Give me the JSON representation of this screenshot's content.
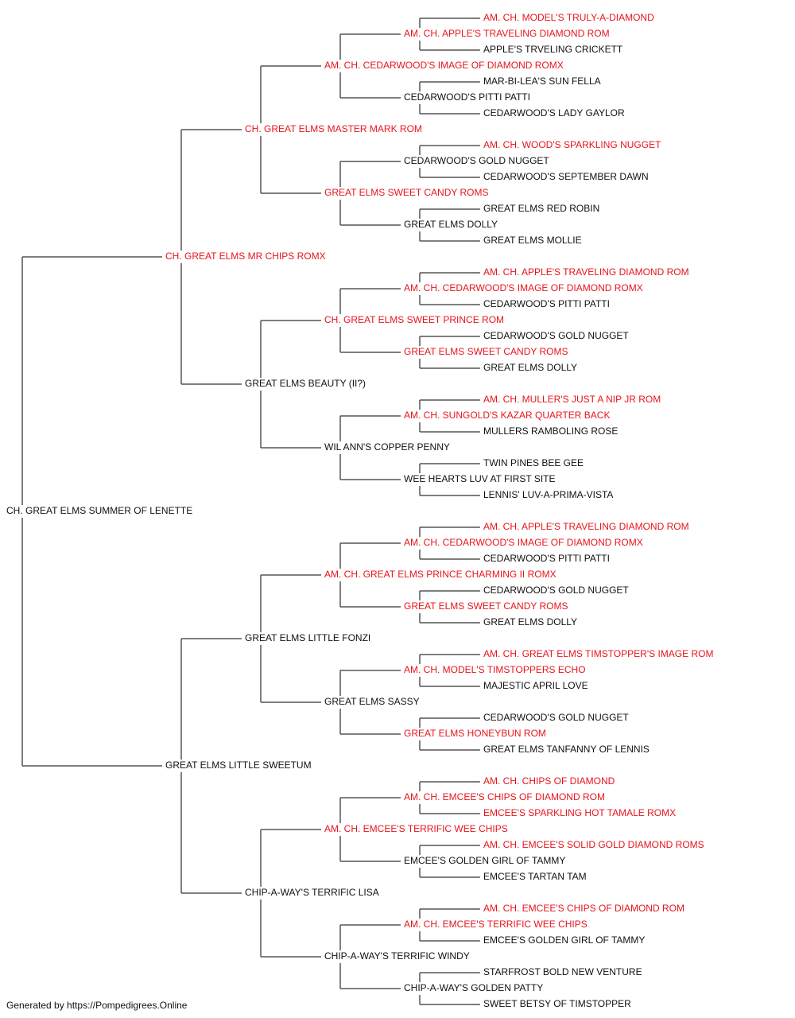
{
  "colors": {
    "champion": "#e8141c",
    "normal": "#111111",
    "line": "#555555"
  },
  "footer": "Generated by https://Pompedigrees.Online",
  "pedigree": {
    "name": "CH. GREAT ELMS SUMMER OF LENETTE",
    "champion": false,
    "sire": {
      "name": "CH. GREAT ELMS MR CHIPS ROMX",
      "champion": true,
      "sire": {
        "name": "CH. GREAT ELMS MASTER MARK ROM",
        "champion": true,
        "sire": {
          "name": "AM. CH. CEDARWOOD'S IMAGE OF DIAMOND ROMX",
          "champion": true,
          "sire": {
            "name": "AM. CH. APPLE'S TRAVELING DIAMOND ROM",
            "champion": true,
            "sire": {
              "name": "AM. CH. MODEL'S TRULY-A-DIAMOND",
              "champion": true
            },
            "dam": {
              "name": "APPLE'S TRVELING CRICKETT",
              "champion": false
            }
          },
          "dam": {
            "name": "CEDARWOOD'S PITTI PATTI",
            "champion": false,
            "sire": {
              "name": "MAR-BI-LEA'S SUN FELLA",
              "champion": false
            },
            "dam": {
              "name": "CEDARWOOD'S LADY GAYLOR",
              "champion": false
            }
          }
        },
        "dam": {
          "name": "GREAT ELMS SWEET CANDY ROMS",
          "champion": true,
          "sire": {
            "name": "CEDARWOOD'S GOLD NUGGET",
            "champion": false,
            "sire": {
              "name": "AM. CH. WOOD'S SPARKLING NUGGET",
              "champion": true
            },
            "dam": {
              "name": "CEDARWOOD'S SEPTEMBER DAWN",
              "champion": false
            }
          },
          "dam": {
            "name": "GREAT ELMS DOLLY",
            "champion": false,
            "sire": {
              "name": "GREAT ELMS RED ROBIN",
              "champion": false
            },
            "dam": {
              "name": "GREAT ELMS MOLLIE",
              "champion": false
            }
          }
        }
      },
      "dam": {
        "name": "GREAT ELMS BEAUTY (II?)",
        "champion": false,
        "sire": {
          "name": "CH. GREAT ELMS SWEET PRINCE ROM",
          "champion": true,
          "sire": {
            "name": "AM. CH. CEDARWOOD'S IMAGE OF DIAMOND ROMX",
            "champion": true,
            "sire": {
              "name": "AM. CH. APPLE'S TRAVELING DIAMOND ROM",
              "champion": true
            },
            "dam": {
              "name": "CEDARWOOD'S PITTI PATTI",
              "champion": false
            }
          },
          "dam": {
            "name": "GREAT ELMS SWEET CANDY ROMS",
            "champion": true,
            "sire": {
              "name": "CEDARWOOD'S GOLD NUGGET",
              "champion": false
            },
            "dam": {
              "name": "GREAT ELMS DOLLY",
              "champion": false
            }
          }
        },
        "dam": {
          "name": "WIL ANN'S COPPER PENNY",
          "champion": false,
          "sire": {
            "name": "AM. CH. SUNGOLD'S KAZAR QUARTER BACK",
            "champion": true,
            "sire": {
              "name": "AM. CH. MULLER'S JUST A NIP JR ROM",
              "champion": true
            },
            "dam": {
              "name": "MULLERS RAMBOLING ROSE",
              "champion": false
            }
          },
          "dam": {
            "name": "WEE HEARTS LUV AT FIRST SITE",
            "champion": false,
            "sire": {
              "name": "TWIN PINES BEE GEE",
              "champion": false
            },
            "dam": {
              "name": "LENNIS' LUV-A-PRIMA-VISTA",
              "champion": false
            }
          }
        }
      }
    },
    "dam": {
      "name": "GREAT ELMS LITTLE SWEETUM",
      "champion": false,
      "sire": {
        "name": "GREAT ELMS LITTLE FONZI",
        "champion": false,
        "sire": {
          "name": "AM. CH. GREAT ELMS PRINCE CHARMING II ROMX",
          "champion": true,
          "sire": {
            "name": "AM. CH. CEDARWOOD'S IMAGE OF DIAMOND ROMX",
            "champion": true,
            "sire": {
              "name": "AM. CH. APPLE'S TRAVELING DIAMOND ROM",
              "champion": true
            },
            "dam": {
              "name": "CEDARWOOD'S PITTI PATTI",
              "champion": false
            }
          },
          "dam": {
            "name": "GREAT ELMS SWEET CANDY ROMS",
            "champion": true,
            "sire": {
              "name": "CEDARWOOD'S GOLD NUGGET",
              "champion": false
            },
            "dam": {
              "name": "GREAT ELMS DOLLY",
              "champion": false
            }
          }
        },
        "dam": {
          "name": "GREAT ELMS SASSY",
          "champion": false,
          "sire": {
            "name": "AM. CH. MODEL'S TIMSTOPPERS ECHO",
            "champion": true,
            "sire": {
              "name": "AM. CH. GREAT ELMS TIMSTOPPER'S IMAGE ROM",
              "champion": true
            },
            "dam": {
              "name": "MAJESTIC APRIL LOVE",
              "champion": false
            }
          },
          "dam": {
            "name": "GREAT ELMS HONEYBUN ROM",
            "champion": true,
            "sire": {
              "name": "CEDARWOOD'S GOLD NUGGET",
              "champion": false
            },
            "dam": {
              "name": "GREAT ELMS TANFANNY OF LENNIS",
              "champion": false
            }
          }
        }
      },
      "dam": {
        "name": "CHIP-A-WAY'S TERRIFIC LISA",
        "champion": false,
        "sire": {
          "name": "AM. CH. EMCEE'S TERRIFIC WEE CHIPS",
          "champion": true,
          "sire": {
            "name": "AM. CH. EMCEE'S CHIPS OF DIAMOND ROM",
            "champion": true,
            "sire": {
              "name": "AM. CH. CHIPS OF DIAMOND",
              "champion": true
            },
            "dam": {
              "name": "EMCEE'S SPARKLING HOT TAMALE ROMX",
              "champion": true
            }
          },
          "dam": {
            "name": "EMCEE'S GOLDEN GIRL OF TAMMY",
            "champion": false,
            "sire": {
              "name": "AM. CH. EMCEE'S SOLID GOLD DIAMOND ROMS",
              "champion": true
            },
            "dam": {
              "name": "EMCEE'S TARTAN TAM",
              "champion": false
            }
          }
        },
        "dam": {
          "name": "CHIP-A-WAY'S TERRIFIC WINDY",
          "champion": false,
          "sire": {
            "name": "AM. CH. EMCEE'S TERRIFIC WEE CHIPS",
            "champion": true,
            "sire": {
              "name": "AM. CH. EMCEE'S CHIPS OF DIAMOND ROM",
              "champion": true
            },
            "dam": {
              "name": "EMCEE'S GOLDEN GIRL OF TAMMY",
              "champion": false
            }
          },
          "dam": {
            "name": "CHIP-A-WAY'S GOLDEN PATTY",
            "champion": false,
            "sire": {
              "name": "STARFROST BOLD NEW VENTURE",
              "champion": false
            },
            "dam": {
              "name": "SWEET BETSY OF TIMSTOPPER",
              "champion": false
            }
          }
        }
      }
    }
  }
}
